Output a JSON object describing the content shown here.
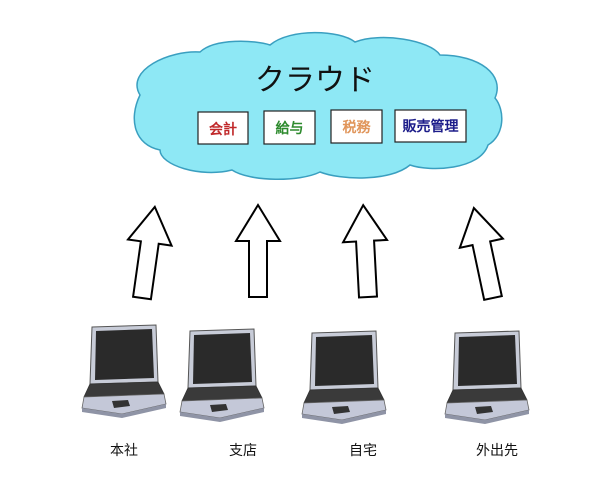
{
  "cloud": {
    "title": "クラウド",
    "color": "#8ee8f5",
    "services": [
      {
        "label": "会計",
        "color": "#c0282a"
      },
      {
        "label": "給与",
        "color": "#2e8b2e"
      },
      {
        "label": "税務",
        "color": "#e0955a"
      },
      {
        "label": "販売管理",
        "color": "#1d1d8a"
      }
    ]
  },
  "locations": [
    {
      "label": "本社"
    },
    {
      "label": "支店"
    },
    {
      "label": "自宅"
    },
    {
      "label": "外出先"
    }
  ]
}
